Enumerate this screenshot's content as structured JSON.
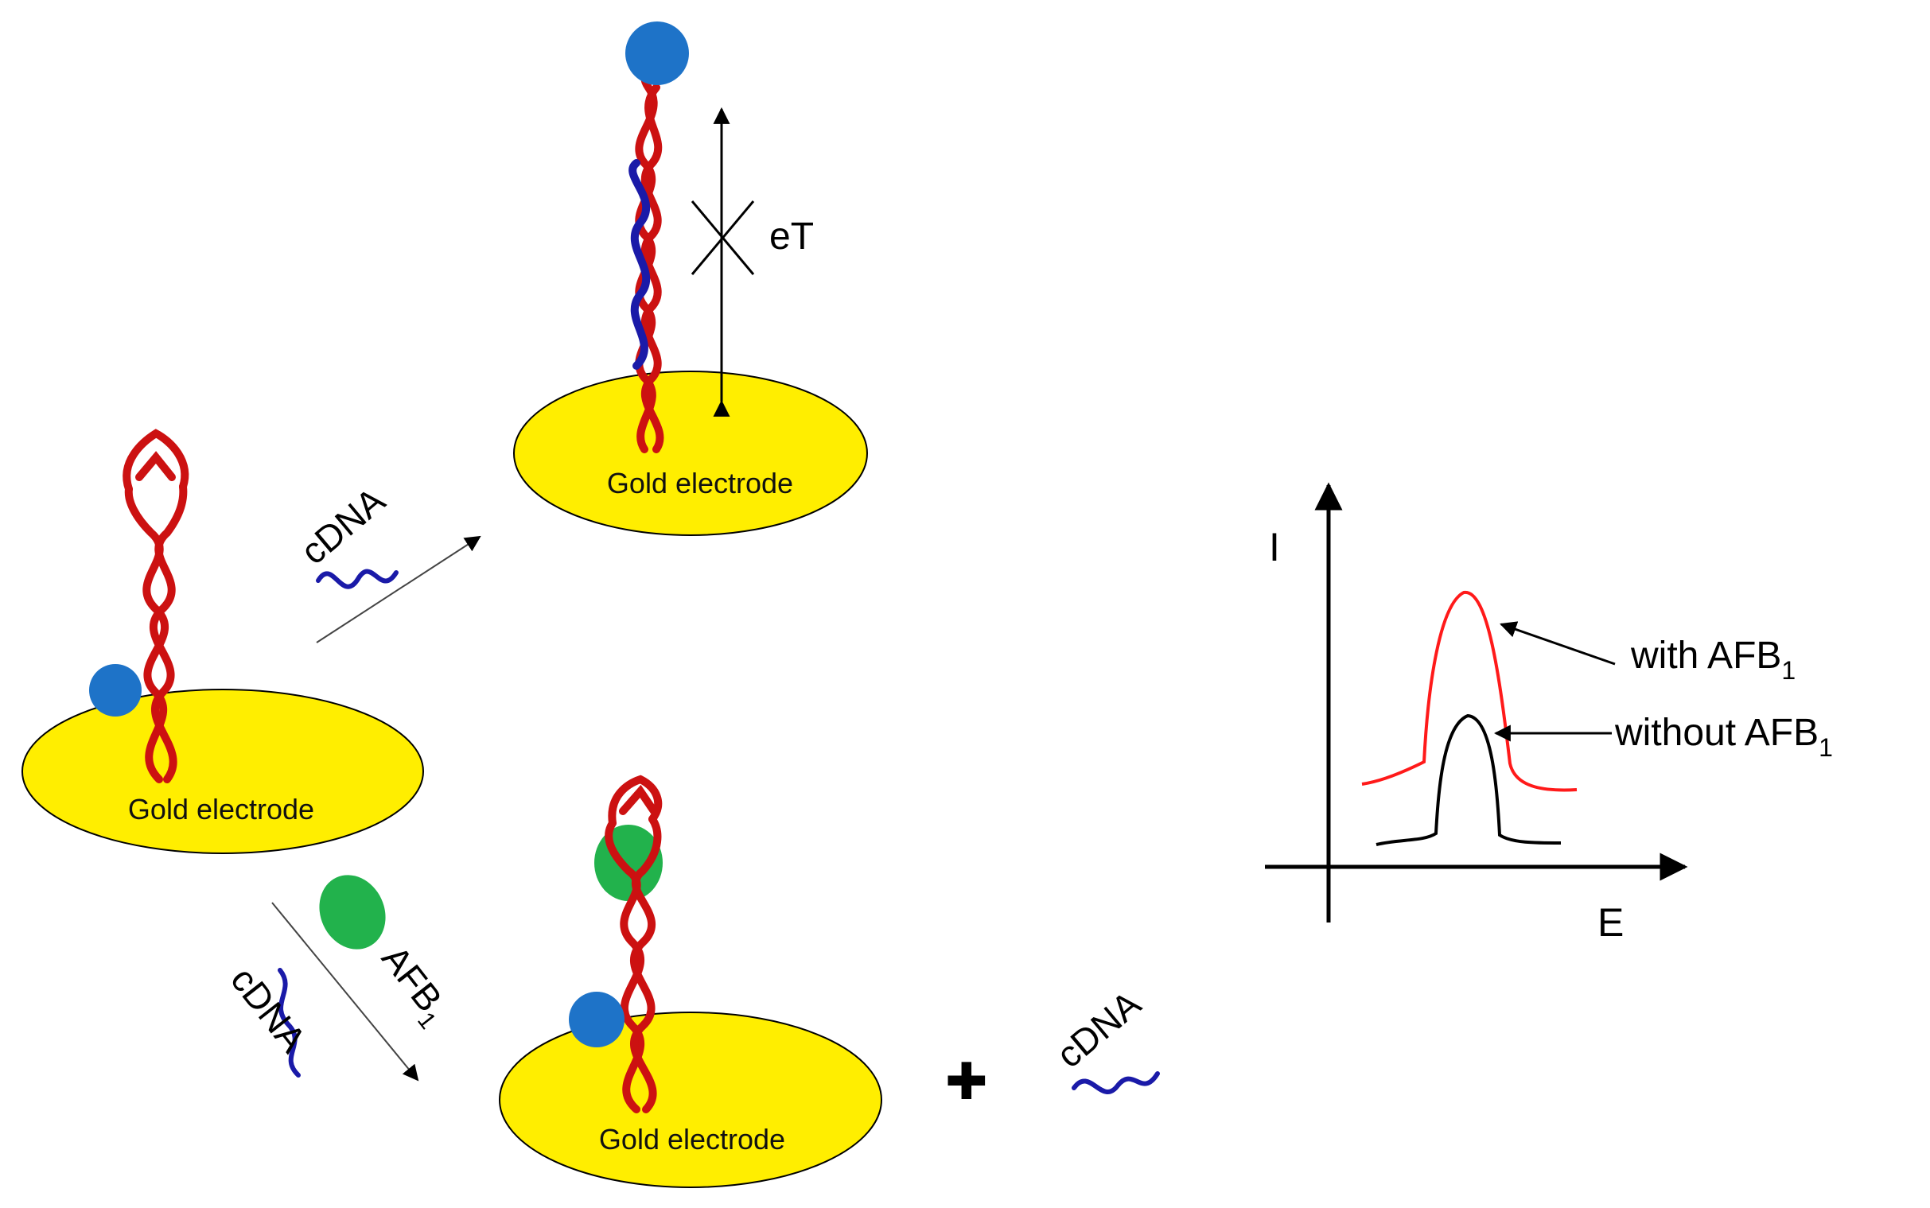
{
  "colors": {
    "electrode_fill": "#ffee00",
    "aptamer_strand": "#cc1111",
    "cdna_strand": "#1a1aa8",
    "redox_probe": "#1e73c8",
    "afb1_molecule": "#22b24c",
    "curve_with": "#ff1a1a",
    "curve_without": "#000000"
  },
  "electrodes": {
    "left": "Gold electrode",
    "top": "Gold electrode",
    "bottom": "Gold electrode"
  },
  "labels": {
    "cdna_upper_path": "cDNA",
    "cdna_lower_path": "cDNA",
    "afb1_base": "AFB",
    "afb1_sub": "1",
    "electron_transfer": "eT",
    "plus_sign": "✚",
    "released_cdna": "cDNA"
  },
  "graph": {
    "y_axis_label": "I",
    "x_axis_label": "E",
    "with_label": "with AFB",
    "with_sub": "1",
    "without_label": "without AFB",
    "without_sub": "1"
  },
  "icons": [
    "redox-probe-icon",
    "afb1-molecule-icon",
    "cdna-strand-icon",
    "x-mark-icon",
    "plus-icon"
  ]
}
